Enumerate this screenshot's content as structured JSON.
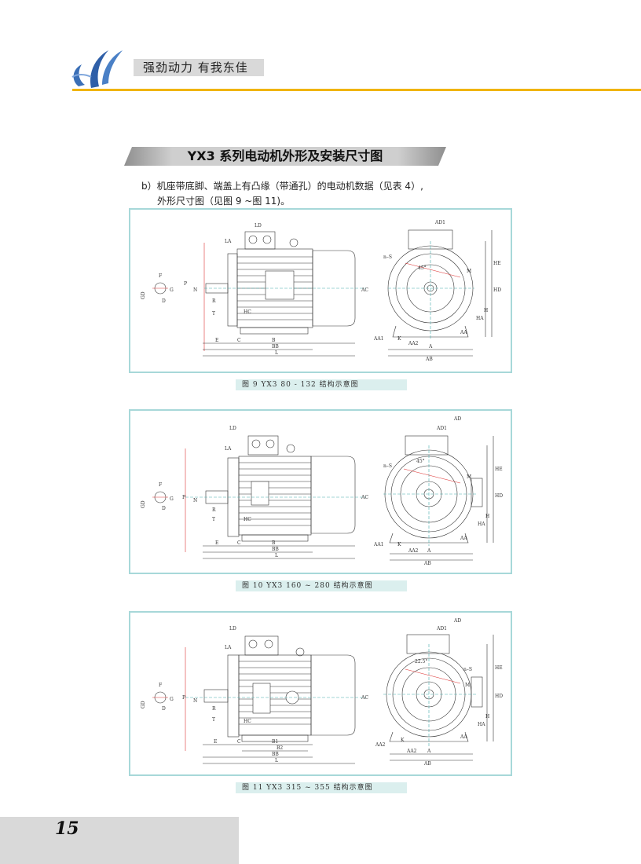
{
  "header": {
    "slogan": "强劲动力  有我东佳",
    "accent_color": "#f0b400",
    "logo_icon": "blue-swoosh-logo"
  },
  "section": {
    "title": "YX3 系列电动机外形及安装尺寸图",
    "desc_line1": "b）机座带底脚、端盖上有凸缘（带通孔）的电动机数据（见表 4）,",
    "desc_line2": "外形尺寸图（见图 9 ~图 11)。"
  },
  "figures": [
    {
      "caption": "图 9   YX3  80 - 132  结构示意图",
      "side_labels": {
        "ld": "LD",
        "la": "LA",
        "gd": "GD",
        "f": "F",
        "g": "G",
        "d": "D",
        "p": "P",
        "n": "N",
        "r": "R",
        "t": "T",
        "e": "E",
        "c": "C",
        "b": "B",
        "bb": "BB",
        "l": "L",
        "ac": "AC",
        "hc": "HC"
      },
      "front_labels": {
        "ad1": "AD1",
        "ns": "n–S",
        "deg": "45°",
        "m": "M",
        "he": "HE",
        "hd": "HD",
        "h": "H",
        "ha": "HA",
        "aa1": "AA1",
        "aa2": "AA2",
        "k": "K",
        "aa": "AA",
        "a": "A",
        "ab": "AB"
      }
    },
    {
      "caption": "图 10   YX3  160 ~ 280   结构示意图",
      "side_labels": {
        "ld": "LD",
        "la": "LA",
        "gd": "GD",
        "f": "F",
        "g": "G",
        "d": "D",
        "p": "P",
        "n": "N",
        "r": "R",
        "t": "T",
        "e": "E",
        "c": "C",
        "b": "B",
        "bb": "BB",
        "l": "L",
        "ac": "AC",
        "hc": "HC"
      },
      "front_labels": {
        "ad": "AD",
        "ad1": "AD1",
        "ns": "n–S",
        "deg": "45°",
        "m": "M",
        "he": "HE",
        "hd": "HD",
        "h": "H",
        "ha": "HA",
        "aa1": "AA1",
        "aa2": "AA2",
        "k": "K",
        "aa": "AA",
        "a": "A",
        "ab": "AB"
      }
    },
    {
      "caption": "图 11   YX3  315 ~ 355   结构示意图",
      "side_labels": {
        "ld": "LD",
        "la": "LA",
        "gd": "GD",
        "f": "F",
        "g": "G",
        "d": "D",
        "p": "P",
        "n": "N",
        "r": "R",
        "t": "T",
        "e": "E",
        "c": "C",
        "b1": "B1",
        "b2": "B2",
        "bb": "BB",
        "l": "L",
        "ac": "AC",
        "hc": "HC"
      },
      "front_labels": {
        "ad": "AD",
        "ad1": "AD1",
        "ns": "n–S",
        "deg": "22.5°",
        "m": "M",
        "he": "HE",
        "hd": "HD",
        "h": "H",
        "ha": "HA",
        "aa2": "AA2",
        "k": "K",
        "aa": "AA",
        "a": "A",
        "ab": "AB"
      }
    }
  ],
  "footer": {
    "page_number": "15"
  }
}
